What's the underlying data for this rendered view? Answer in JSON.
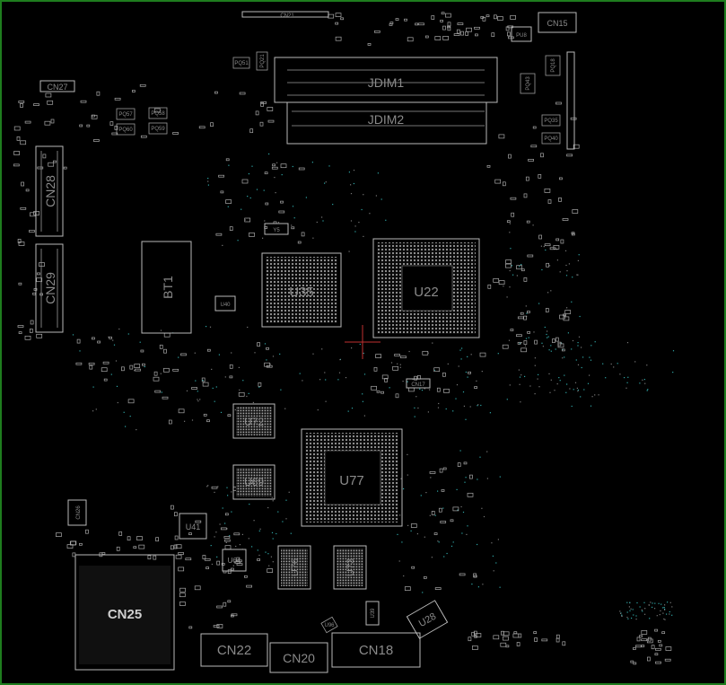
{
  "board": {
    "border_color": "#1e7d1e",
    "background": "#000000",
    "silkscreen_color": "#b8b8b8",
    "via_color": "#2fa6a6",
    "cursor_color": "#c03030"
  },
  "memory": {
    "jdim1": "JDIM1",
    "jdim2": "JDIM2"
  },
  "chips": {
    "u35": "U35",
    "u22": "U22",
    "u77": "U77",
    "u72": "U72",
    "u69": "U69",
    "u76": "U76",
    "u73": "U73",
    "u28": "U28",
    "u41": "U41",
    "u64": "U64",
    "u40": "U40",
    "u39": "U39",
    "pu8": "PU8"
  },
  "connectors": {
    "cn28": "CN28",
    "cn29": "CN29",
    "cn27": "CN27",
    "cn25": "CN25",
    "cn22": "CN22",
    "cn20": "CN20",
    "cn18": "CN18",
    "cn15": "CN15",
    "cn21": "CN21",
    "cn17": "CN17",
    "cn26": "CN26"
  },
  "misc": {
    "bt1": "BT1",
    "y5": "Y5"
  },
  "tiny": {
    "pq51": "PQ51",
    "pq57": "PQ57",
    "pq58": "PQ58",
    "pq60": "PQ60",
    "pq59": "PQ59",
    "pq43": "PQ43",
    "pq18": "PQ18",
    "pq35": "PQ35",
    "pq40": "PQ40",
    "pq21": "PQ21",
    "u96": "U96"
  }
}
